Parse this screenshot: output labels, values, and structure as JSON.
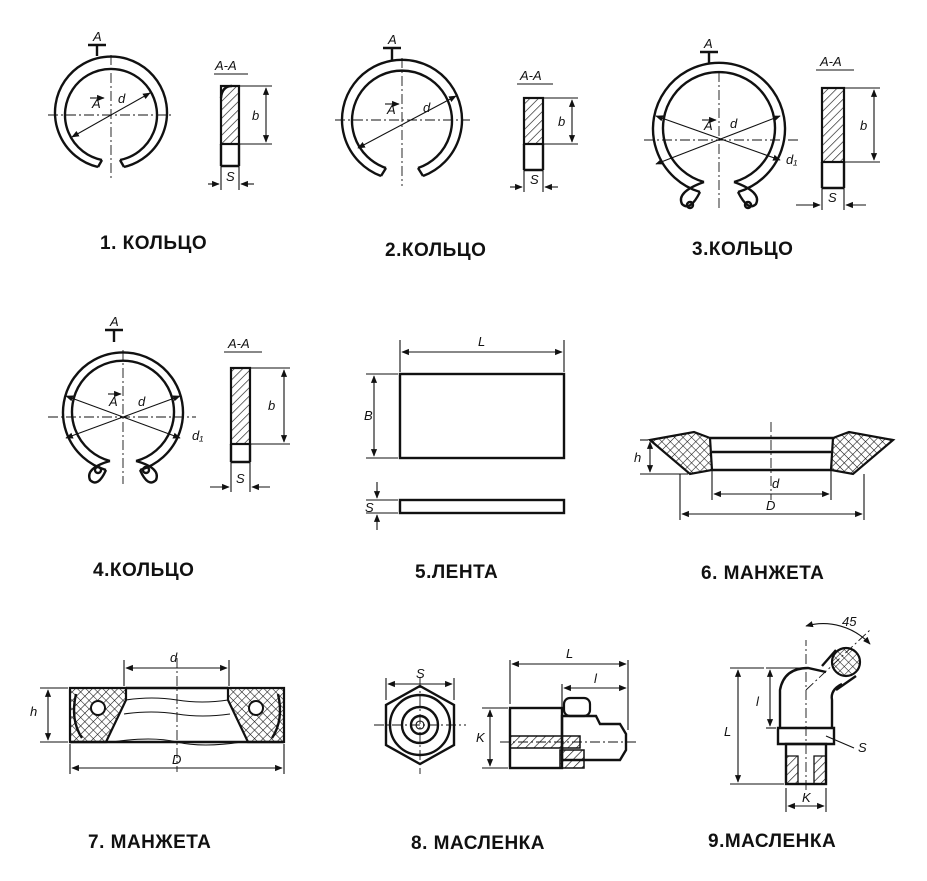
{
  "items": [
    {
      "caption": "1. КОЛЬЦО",
      "section": "A-A",
      "labels": {
        "cut": "A",
        "dia": "d",
        "width": "b",
        "thick": "S"
      }
    },
    {
      "caption": "2.КОЛЬЦО",
      "section": "A-A",
      "labels": {
        "cut": "A",
        "dia": "d",
        "width": "b",
        "thick": "S"
      }
    },
    {
      "caption": "3.КОЛЬЦО",
      "section": "A-A",
      "labels": {
        "cut": "A",
        "dia": "d",
        "dia1": "d₁",
        "width": "b",
        "thick": "S"
      }
    },
    {
      "caption": "4.КОЛЬЦО",
      "section": "A-A",
      "labels": {
        "cut": "A",
        "dia": "d",
        "dia1": "d₁",
        "width": "b",
        "thick": "S"
      }
    },
    {
      "caption": "5.ЛЕНТА",
      "labels": {
        "length": "L",
        "width": "B",
        "thick": "S"
      }
    },
    {
      "caption": "6. МАНЖЕТА",
      "labels": {
        "height": "h",
        "inner": "d",
        "outer": "D"
      }
    },
    {
      "caption": "7. МАНЖЕТА",
      "labels": {
        "height": "h",
        "inner": "d",
        "outer": "D"
      }
    },
    {
      "caption": "8. МАСЛЕНКА",
      "labels": {
        "hex": "S",
        "length": "L",
        "thread_len": "l",
        "thread": "K"
      }
    },
    {
      "caption": "9.МАСЛЕНКА",
      "labels": {
        "angle": "45",
        "length": "L",
        "thread_len": "l",
        "hex": "S",
        "thread": "K"
      }
    }
  ]
}
